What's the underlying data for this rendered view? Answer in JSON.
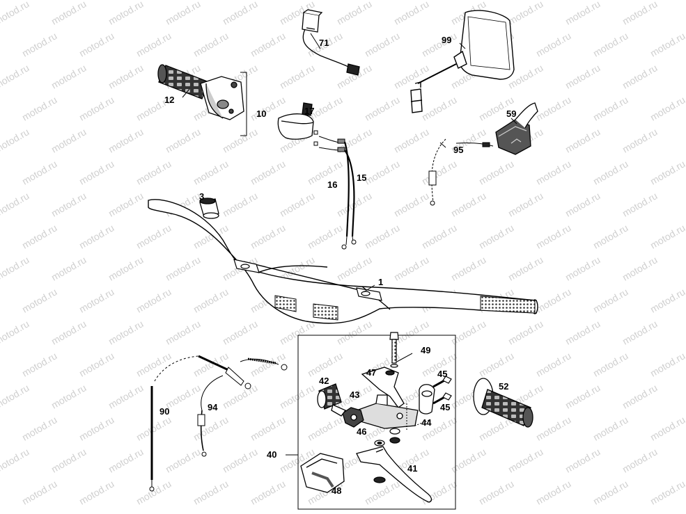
{
  "watermark": "motod.ru",
  "parts": [
    {
      "id": "p1",
      "label": "1"
    },
    {
      "id": "p3",
      "label": "3"
    },
    {
      "id": "p10",
      "label": "10"
    },
    {
      "id": "p12",
      "label": "12"
    },
    {
      "id": "p15",
      "label": "15"
    },
    {
      "id": "p16",
      "label": "16"
    },
    {
      "id": "p17",
      "label": "17"
    },
    {
      "id": "p40",
      "label": "40"
    },
    {
      "id": "p41",
      "label": "41"
    },
    {
      "id": "p42",
      "label": "42"
    },
    {
      "id": "p43",
      "label": "43"
    },
    {
      "id": "p44",
      "label": "44"
    },
    {
      "id": "p45a",
      "label": "45"
    },
    {
      "id": "p45b",
      "label": "45"
    },
    {
      "id": "p46",
      "label": "46"
    },
    {
      "id": "p47",
      "label": "47"
    },
    {
      "id": "p48",
      "label": "48"
    },
    {
      "id": "p49",
      "label": "49"
    },
    {
      "id": "p52",
      "label": "52"
    },
    {
      "id": "p59",
      "label": "59"
    },
    {
      "id": "p71",
      "label": "71"
    },
    {
      "id": "p90",
      "label": "90"
    },
    {
      "id": "p94",
      "label": "94"
    },
    {
      "id": "p95",
      "label": "95"
    },
    {
      "id": "p99",
      "label": "99"
    }
  ]
}
